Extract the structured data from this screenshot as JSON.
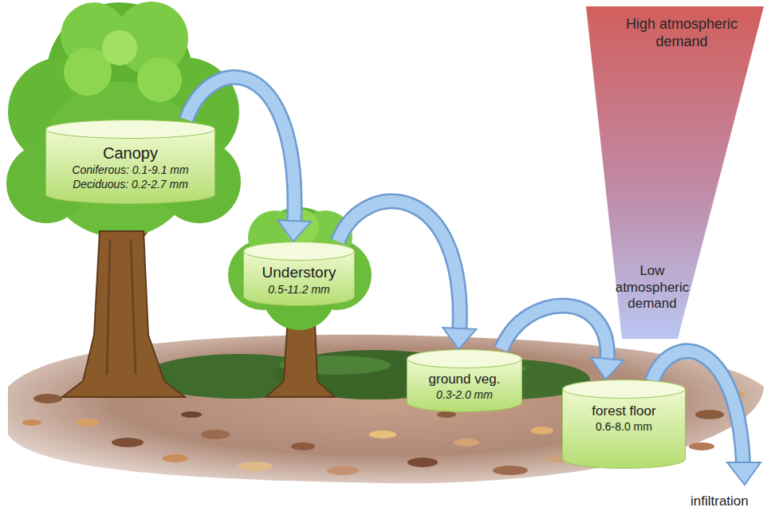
{
  "diagram": {
    "nodes": [
      {
        "text": [
          "Canopy",
          "Coniferous: 0.1-9.1 mm",
          "Deciduous: 0.2-2.7 mm"
        ]
      },
      {
        "text": [
          "Understory",
          "0.5-11.2 mm"
        ]
      },
      {
        "text": [
          "ground veg.",
          "0.3-2.0 mm"
        ]
      },
      {
        "text": [
          "forest floor",
          "0.6-8.0 mm"
        ]
      },
      {
        "text": [
          "High atmospheric demand",
          "Low atmospheric demand"
        ]
      }
    ],
    "edges": [
      {
        "from": 0,
        "to": 1,
        "arrow": "to"
      },
      {
        "from": 1,
        "to": 2,
        "arrow": "to"
      },
      {
        "from": 2,
        "to": 3,
        "arrow": "to"
      }
    ],
    "labels": [
      "infiltration"
    ]
  }
}
